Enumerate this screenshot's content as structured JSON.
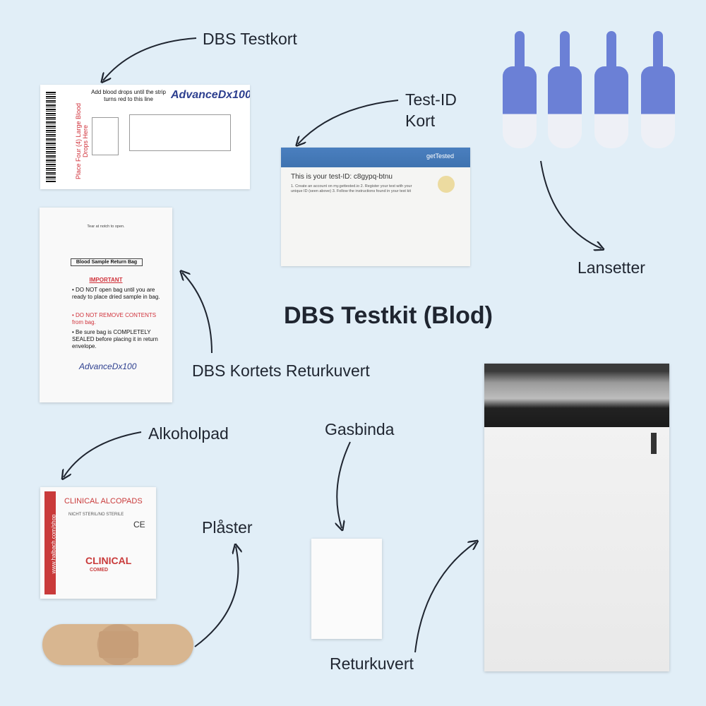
{
  "title": "DBS Testkit (Blod)",
  "labels": {
    "dbs_card": "DBS Testkort",
    "test_id_line1": "Test-ID",
    "test_id_line2": "Kort",
    "lancets": "Lansetter",
    "return_bag": "DBS Kortets Returkuvert",
    "alcohol_pad": "Alkoholpad",
    "gauze": "Gasbinda",
    "plaster": "Plåster",
    "return_envelope": "Returkuvert"
  },
  "dbs_card": {
    "vertical_text": "Place Four (4) Large Blood Drops Here",
    "instruction": "Add blood drops until the strip turns red to this line",
    "brand": "AdvanceDx100"
  },
  "test_id_card": {
    "logo": "getTested",
    "id_line": "This is your test-ID:  c8gypq-btnu",
    "steps": "1. Create an account on my.gettested.io 2. Register your test with your unique ID (seen above) 3. Follow the instructions found in your test kit"
  },
  "return_bag": {
    "tear_text": "Tear at notch to open.",
    "title": "Blood Sample Return Bag",
    "important": "IMPORTANT",
    "bullet1": "• DO NOT open bag until you are ready to place dried sample in bag.",
    "bullet2": "• DO NOT REMOVE CONTENTS from bag.",
    "bullet3": "• Be sure bag is COMPLETELY SEALED before placing it in return envelope.",
    "brand": "AdvanceDx100"
  },
  "alcohol_pad": {
    "title": "CLINICAL ALCOPADS",
    "sterile": "NICHT STERIL/NO STERILE",
    "ce": "CE",
    "url": "www.halbach.com/shop",
    "brand": "CLINICAL",
    "sub": "COMED"
  },
  "colors": {
    "background": "#e1eef7",
    "lancet_blue": "#6b80d6",
    "accent_red": "#d0313a"
  }
}
